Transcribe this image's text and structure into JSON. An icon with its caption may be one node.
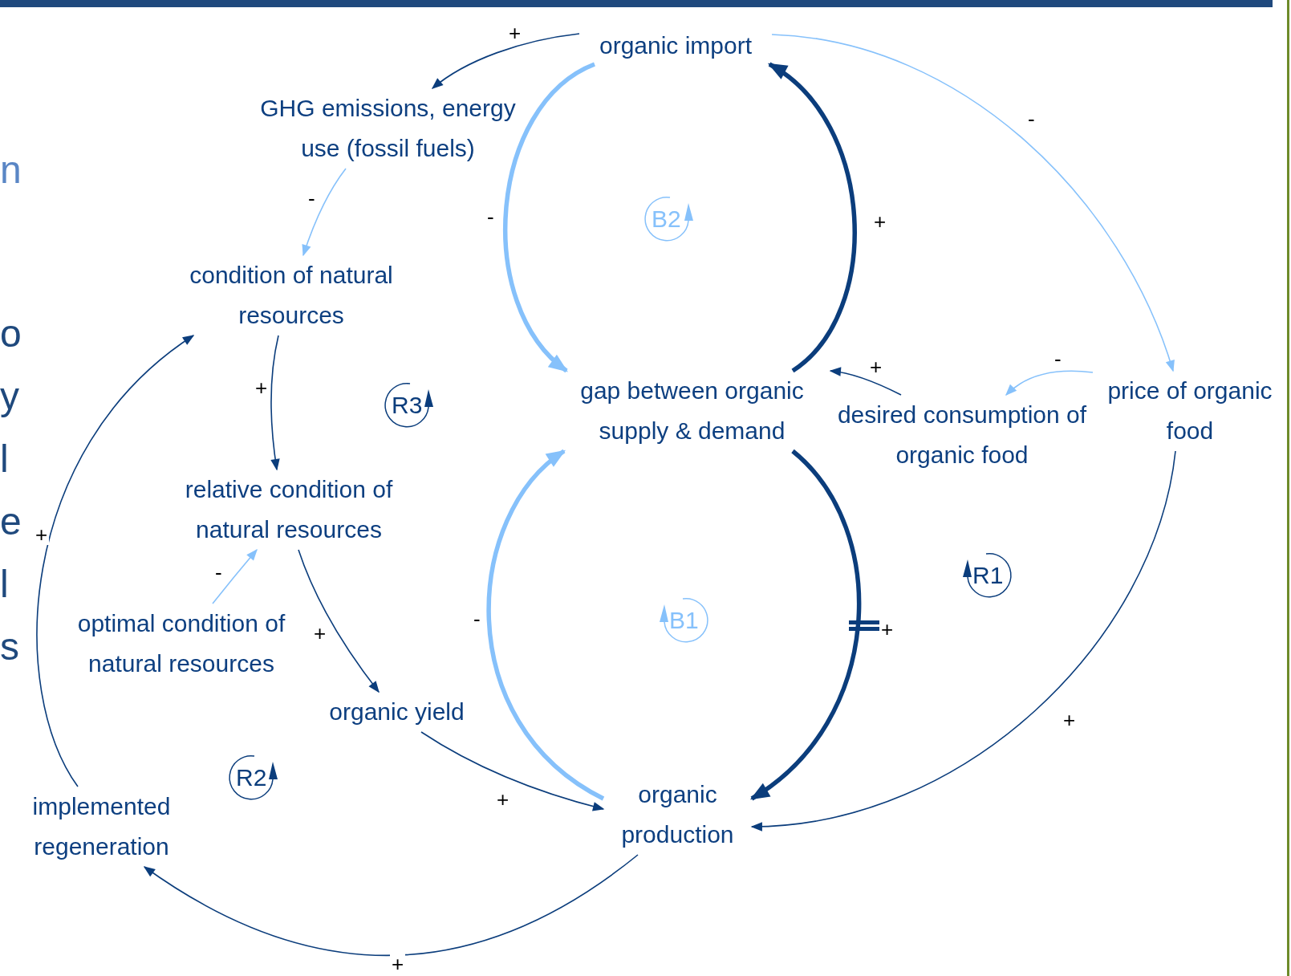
{
  "diagram": {
    "nodes": [
      {
        "text": [
          "organic import"
        ]
      },
      {
        "text": [
          "GHG emissions, energy use (fossil fuels)"
        ]
      },
      {
        "text": [
          "condition of natural resources"
        ]
      },
      {
        "text": [
          "gap between organic supply & demand"
        ]
      },
      {
        "text": [
          "desired consumption of organic food"
        ]
      },
      {
        "text": [
          "price of organic food"
        ]
      },
      {
        "text": [
          "relative condition of natural resources"
        ]
      },
      {
        "text": [
          "optimal condition of natural resources"
        ]
      },
      {
        "text": [
          "organic yield"
        ]
      },
      {
        "text": [
          "implemented regeneration"
        ]
      },
      {
        "text": [
          "organic production"
        ]
      }
    ],
    "edges": [
      {
        "from": 0,
        "to": 1,
        "arrow": "to",
        "label": "+"
      },
      {
        "from": 1,
        "to": 2,
        "arrow": "to",
        "label": "-",
        "color": "#86c1fb"
      },
      {
        "from": 2,
        "to": 6,
        "arrow": "to",
        "label": "+"
      },
      {
        "from": 7,
        "to": 6,
        "arrow": "to",
        "label": "-",
        "color": "#86c1fb"
      },
      {
        "from": 6,
        "to": 8,
        "arrow": "to",
        "label": "+"
      },
      {
        "from": 8,
        "to": 10,
        "arrow": "to",
        "label": "+"
      },
      {
        "from": 10,
        "to": 9,
        "arrow": "to",
        "label": "+"
      },
      {
        "from": 9,
        "to": 2,
        "arrow": "to",
        "label": "+"
      },
      {
        "from": 0,
        "to": 3,
        "arrow": "to",
        "label": "-",
        "style": "thick",
        "color": "#86c1fb"
      },
      {
        "from": 3,
        "to": 0,
        "arrow": "to",
        "label": "+",
        "style": "thick"
      },
      {
        "from": 10,
        "to": 3,
        "arrow": "to",
        "label": "-",
        "style": "thick",
        "color": "#86c1fb"
      },
      {
        "from": 3,
        "to": 10,
        "arrow": "to",
        "label": "+",
        "style": "thick"
      },
      {
        "from": 4,
        "to": 3,
        "arrow": "to",
        "label": "+"
      },
      {
        "from": 5,
        "to": 4,
        "arrow": "to",
        "label": "-",
        "color": "#86c1fb"
      },
      {
        "from": 0,
        "to": 5,
        "arrow": "to",
        "label": "-",
        "color": "#86c1fb"
      },
      {
        "from": 5,
        "to": 10,
        "arrow": "to",
        "label": "+"
      }
    ],
    "labels": [
      "n",
      "B2",
      "o",
      "y",
      "R3",
      "l",
      "e",
      "l",
      "R1",
      "B1",
      "s",
      "R2"
    ]
  }
}
